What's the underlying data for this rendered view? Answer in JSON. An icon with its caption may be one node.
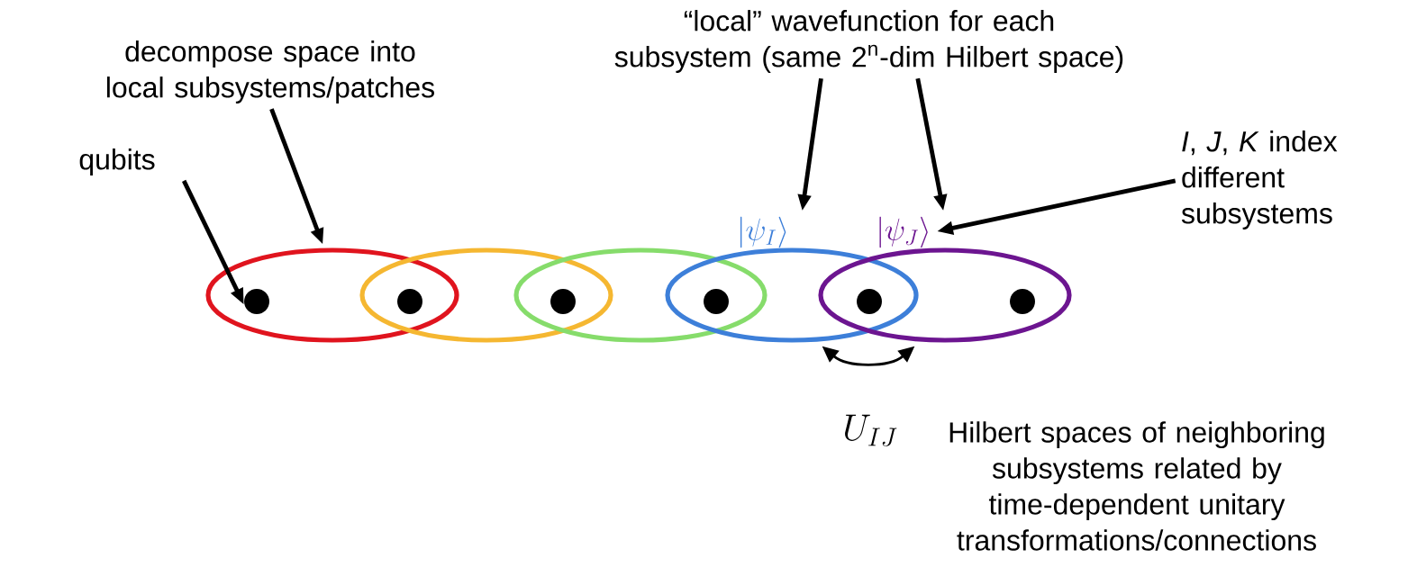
{
  "diagram": {
    "nodes": [
      {
        "text": [
          "qubits"
        ]
      },
      {
        "text": [
          "decompose space into local subsystems/patches"
        ]
      },
      {
        "text": [
          "“local” wavefunction for each subsystem (same 2$^{n}$-dim Hilbert space)"
        ]
      },
      {
        "text": [
          "*I*, *J*, *K* index different subsystems"
        ]
      },
      {
        "text": [
          "Hilbert spaces of neighboring subsystems related by time-dependent unitary transformations/connections"
        ]
      },
      {
        "text": [],
        "shape": "ellipse"
      },
      {
        "text": [],
        "shape": "ellipse"
      },
      {
        "text": [],
        "shape": "ellipse"
      },
      {
        "text": [],
        "shape": "ellipse"
      },
      {
        "text": [],
        "shape": "ellipse"
      },
      {
        "text": [],
        "shape": "circle",
        "in": 5
      },
      {
        "text": [],
        "shape": "circle"
      },
      {
        "text": [],
        "shape": "circle"
      },
      {
        "text": [],
        "shape": "circle"
      },
      {
        "text": [],
        "shape": "circle"
      },
      {
        "text": [],
        "shape": "circle",
        "in": 9
      },
      {
        "text": [
          "\\left|\\psi_{I}\\right\\rangle"
        ]
      },
      {
        "text": [
          "\\left|\\psi_{J}\\right\\rangle"
        ]
      }
    ],
    "edges": [
      {
        "from": 0,
        "to": 10,
        "arrow": "to"
      },
      {
        "from": 1,
        "to": 5,
        "arrow": "to"
      },
      {
        "from": 2,
        "to": 16,
        "arrow": "to"
      },
      {
        "from": 2,
        "to": 17,
        "arrow": "to"
      },
      {
        "from": 3,
        "to": 17,
        "arrow": "to"
      },
      {
        "from": 8,
        "to": 9,
        "arrow": "both",
        "label": "U_{IJ}"
      }
    ]
  }
}
